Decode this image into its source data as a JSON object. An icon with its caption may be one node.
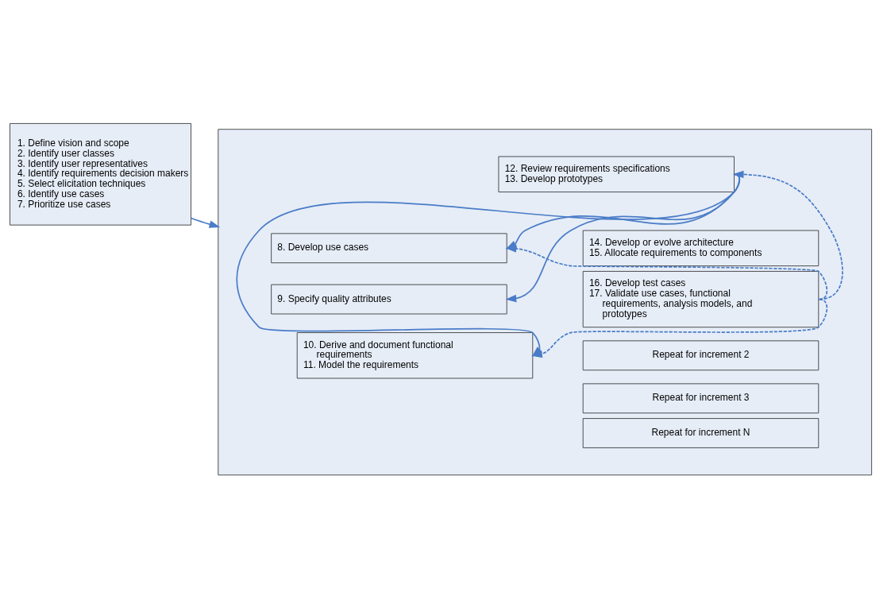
{
  "diagram": {
    "nodes": [
      {
        "text": [
          "1. Define vision and scope",
          "2. Identify user classes",
          "3. Identify user representatives",
          "4. Identify requirements decision makers",
          "5. Select elicitation techniques",
          "6. Identify use cases",
          "7. Prioritize use cases"
        ]
      },
      {
        "text": [],
        "shape": "box"
      },
      {
        "text": [
          "8. Develop use cases"
        ],
        "in": 1
      },
      {
        "text": [
          "9. Specify quality attributes"
        ],
        "in": 1
      },
      {
        "text": [
          "10. Derive and document functional requirements",
          "11. Model the requirements"
        ],
        "in": 1
      },
      {
        "text": [
          "12. Review requirements specifications",
          "13. Develop prototypes"
        ],
        "in": 1
      },
      {
        "text": [
          "14. Develop or evolve architecture",
          "15. Allocate requirements to components"
        ],
        "in": 1
      },
      {
        "text": [
          "16. Develop test cases",
          "17. Validate use cases, functional requirements, analysis models, and prototypes"
        ],
        "in": 1
      },
      {
        "text": [
          "Repeat for increment 2"
        ],
        "in": 1
      },
      {
        "text": [
          "Repeat for increment 3"
        ],
        "in": 1
      },
      {
        "text": [
          "Repeat for increment N"
        ],
        "in": 1
      }
    ],
    "edges": [
      {
        "from": 0,
        "to": 1,
        "arrow": "to"
      },
      {
        "from": 5,
        "to": 4,
        "arrow": "to"
      },
      {
        "from": 5,
        "to": 3,
        "arrow": "to"
      },
      {
        "from": 5,
        "to": 2,
        "arrow": "to"
      },
      {
        "from": 7,
        "to": 5,
        "arrow": "to",
        "style": "dashed"
      },
      {
        "from": 7,
        "to": 4,
        "arrow": "to",
        "style": "dashed"
      },
      {
        "from": 7,
        "to": 2,
        "arrow": "to",
        "style": "dashed"
      }
    ]
  }
}
